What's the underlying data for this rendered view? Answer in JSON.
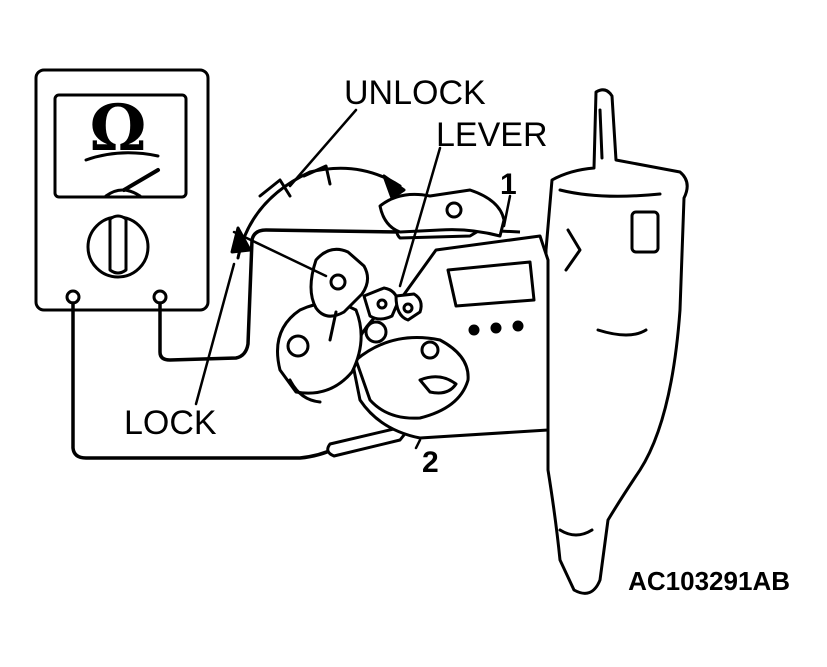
{
  "labels": {
    "unlock": "UNLOCK",
    "lever": "LEVER",
    "lock": "LOCK",
    "terminal_1": "1",
    "terminal_2": "2",
    "figure_code": "AC103291AB"
  },
  "meter": {
    "symbol": "Ω",
    "icon": "ohmmeter-icon"
  }
}
